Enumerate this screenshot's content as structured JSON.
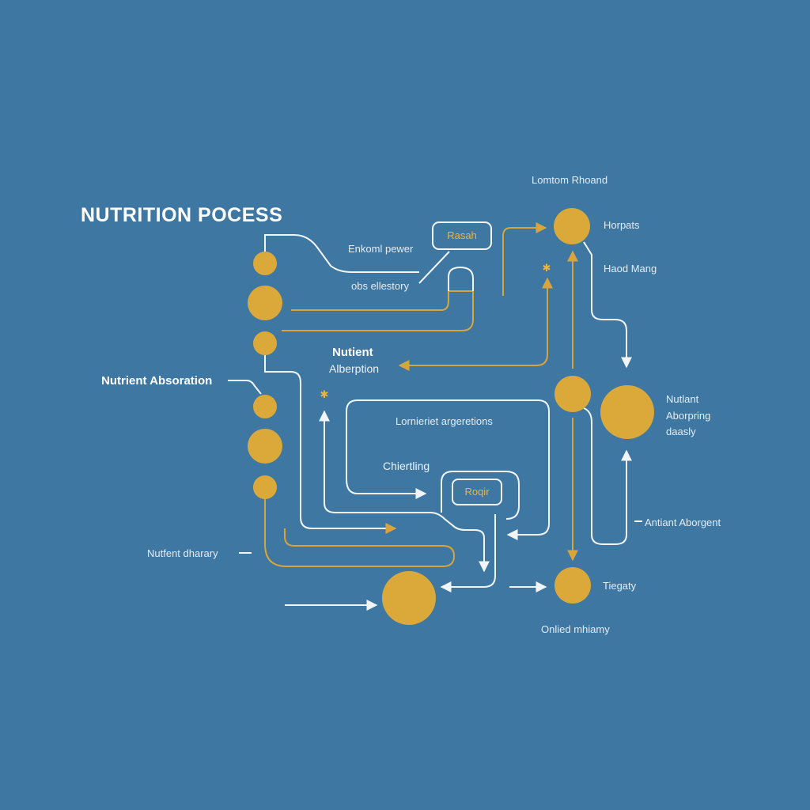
{
  "title": "NUTRITION POCESS",
  "colors": {
    "background": "#3f77a3",
    "node": "#dba93a",
    "accent_line": "#d9a43c",
    "line": "#f2f5f8",
    "text": "#eef3f8",
    "tag_text": "#f0b43a"
  },
  "labels": {
    "lomtom_rhoand": "Lomtom Rhoand",
    "horpats": "Horpats",
    "haod_mang": "Haod Mang",
    "enkoml_pewer": "Enkoml pewer",
    "obs_ellestory": "obs ellestory",
    "nutient_alberption": [
      "Nutient",
      "Alberption"
    ],
    "nutrient_absorbation": "Nutrient Absoration",
    "lornieriet_argeretions": "Lornieriet argeretions",
    "nutlant_aborping": [
      "Nutlant",
      "Aborpring",
      "daasly"
    ],
    "chiertling": "Chiertling",
    "antiant_aborgent": "Antiant Aborgent",
    "nutfent_dhrarry": "Nutfent dharary",
    "tiegaty": "Tiegaty",
    "onlied_mhiamy": "Onlied mhiamy"
  },
  "tags": {
    "top": "Rasah",
    "center": "Roqir"
  }
}
